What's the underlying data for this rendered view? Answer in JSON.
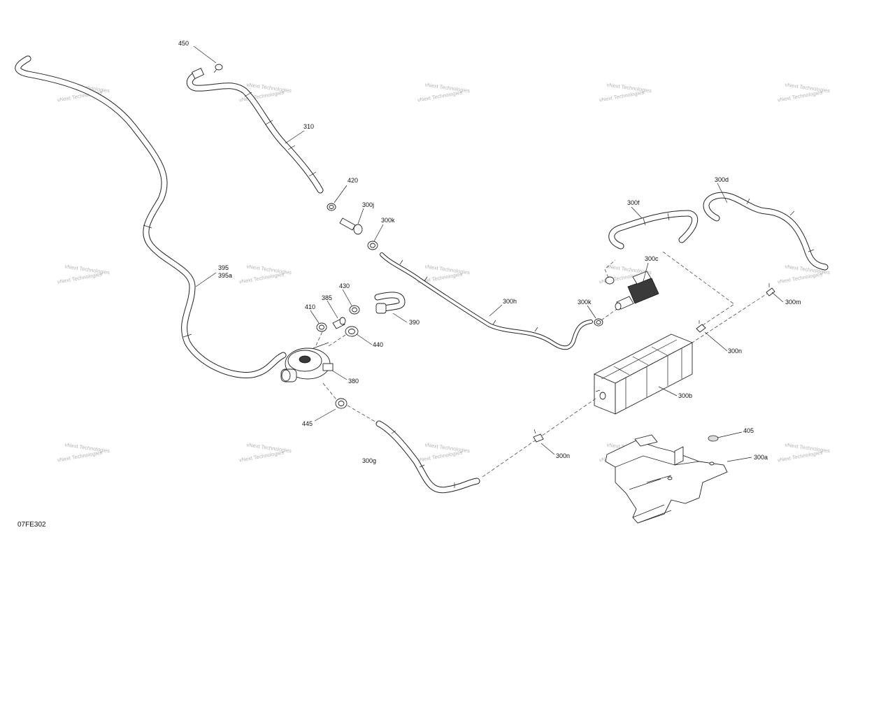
{
  "figure_code": "07FE302",
  "watermark_text": "vNext Technologies",
  "callouts": [
    {
      "id": "450",
      "text": "450"
    },
    {
      "id": "310",
      "text": "310"
    },
    {
      "id": "420",
      "text": "420"
    },
    {
      "id": "300j",
      "text": "300j"
    },
    {
      "id": "300k_top",
      "text": "300k"
    },
    {
      "id": "300d",
      "text": "300d"
    },
    {
      "id": "300f",
      "text": "300f"
    },
    {
      "id": "300c",
      "text": "300c"
    },
    {
      "id": "300m",
      "text": "300m"
    },
    {
      "id": "300k_mid",
      "text": "300k"
    },
    {
      "id": "300h",
      "text": "300h"
    },
    {
      "id": "395",
      "text": "395"
    },
    {
      "id": "395a",
      "text": "395a"
    },
    {
      "id": "430",
      "text": "430"
    },
    {
      "id": "385",
      "text": "385"
    },
    {
      "id": "410",
      "text": "410"
    },
    {
      "id": "390",
      "text": "390"
    },
    {
      "id": "440",
      "text": "440"
    },
    {
      "id": "380",
      "text": "380"
    },
    {
      "id": "445",
      "text": "445"
    },
    {
      "id": "300g",
      "text": "300g"
    },
    {
      "id": "300n_mid",
      "text": "300n"
    },
    {
      "id": "300n_low",
      "text": "300n"
    },
    {
      "id": "300b",
      "text": "300b"
    },
    {
      "id": "405",
      "text": "405"
    },
    {
      "id": "300a",
      "text": "300a"
    }
  ]
}
